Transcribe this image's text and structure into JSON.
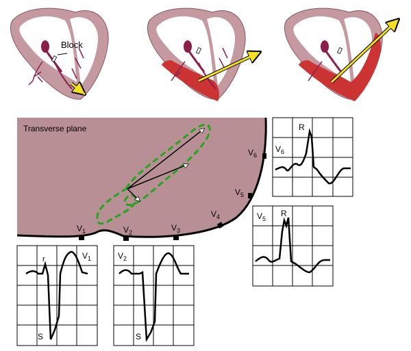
{
  "labels": {
    "block": "Block",
    "plane": "Transverse plane",
    "r_v6": "R",
    "r_v5": "R",
    "r_v1": "r",
    "s_v1": "S",
    "s_v2": "S"
  },
  "leads": {
    "v1": {
      "main": "V",
      "sub": "1"
    },
    "v2": {
      "main": "V",
      "sub": "2"
    },
    "v3": {
      "main": "V",
      "sub": "3"
    },
    "v4": {
      "main": "V",
      "sub": "4"
    },
    "v5": {
      "main": "V",
      "sub": "5"
    },
    "v6": {
      "main": "V",
      "sub": "6"
    }
  },
  "colors": {
    "myocardium": "#c49aa0",
    "activated": "#cc3333",
    "conduction": "#8b1e4a",
    "arrow_fill": "#f5e020",
    "loop": "#22a61c",
    "chest": "#b98f96"
  }
}
